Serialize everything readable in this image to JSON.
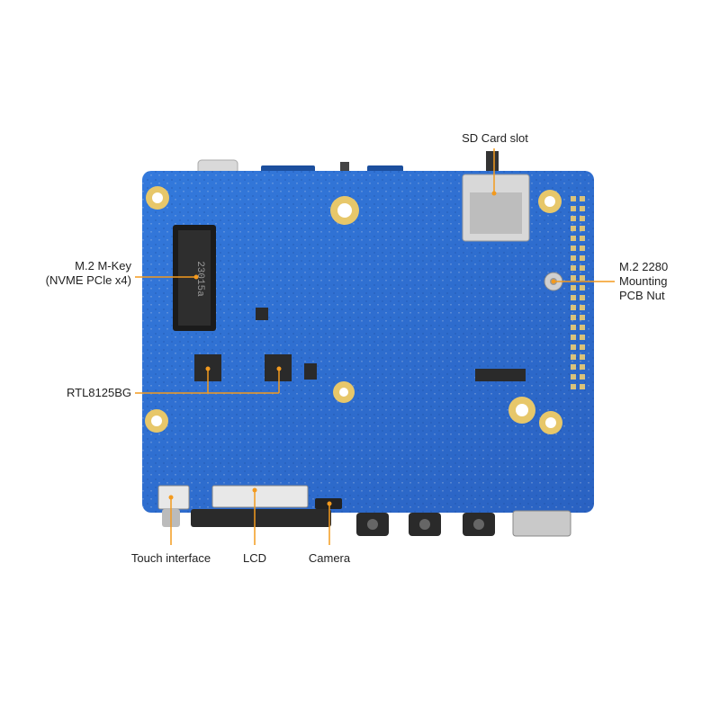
{
  "labels": {
    "sd_card": "SD Card slot",
    "m2_mkey_line1": "M.2 M-Key",
    "m2_mkey_line2": "(NVME PCle x4)",
    "m2_2280_line1": "M.2 2280",
    "m2_2280_line2": "Mounting",
    "m2_2280_line3": "PCB Nut",
    "rtl": "RTL8125BG",
    "touch": "Touch interface",
    "lcd": "LCD",
    "camera": "Camera"
  },
  "chip_marking": "23015a",
  "colors": {
    "board": "#2f6fd1",
    "board_dark": "#1f57b0",
    "accent_line": "#f39a1e",
    "pad_gold": "#e7c76a",
    "chip": "#2a2a2a",
    "connector": "#cfcfcf"
  }
}
